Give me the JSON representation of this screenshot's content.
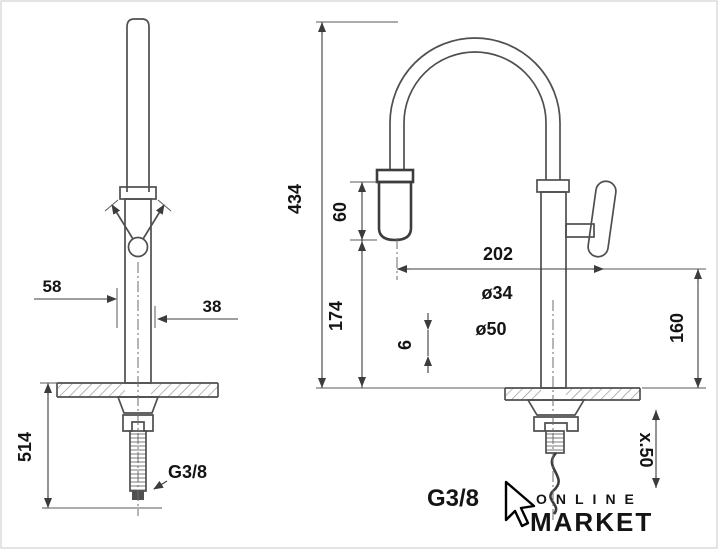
{
  "drawing_type": "faucet-technical-dimension-drawing",
  "left_view": {
    "dim_58": "58",
    "dim_38": "38",
    "dim_514": "514",
    "thread": "G3/8"
  },
  "right_view": {
    "dim_434": "434",
    "dim_60": "60",
    "dim_202": "202",
    "dim_174": "174",
    "dim_6": "6",
    "dia_34": "ø34",
    "dia_50": "ø50",
    "dim_160": "160",
    "dim_hose": "x.50",
    "thread": "G3/8"
  },
  "watermark": {
    "line1": "ONLINE",
    "line2": "MARKET",
    "cursor_icon": "cursor-arrow"
  },
  "colors": {
    "outline": "#4f4f4f",
    "dimension": "#3c3c3c",
    "text": "#141414",
    "hatch": "#909090",
    "background": "#ffffff"
  }
}
